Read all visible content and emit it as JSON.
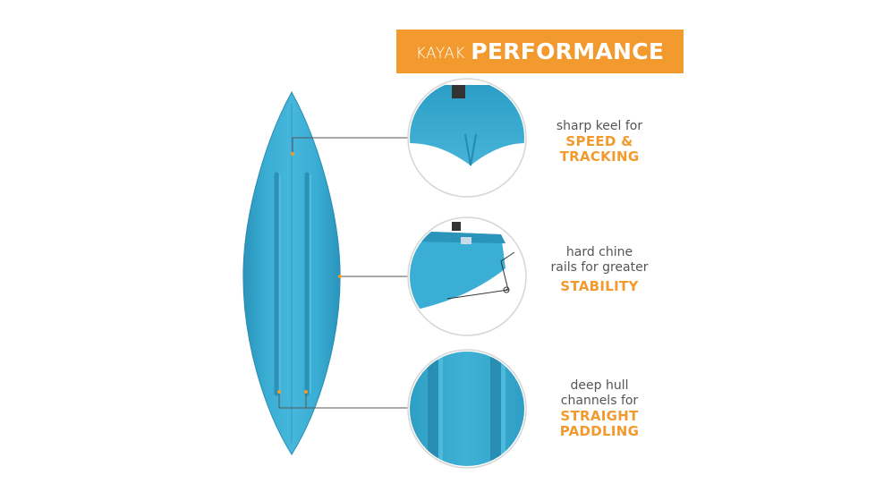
{
  "header": {
    "prefix": "KAYAK",
    "title": "PERFORMANCE"
  },
  "features": [
    {
      "description_lines": [
        "sharp keel for"
      ],
      "highlight_lines": [
        "SPEED &",
        "TRACKING"
      ]
    },
    {
      "description_lines": [
        "hard chine",
        "rails for greater"
      ],
      "highlight_lines": [
        "STABILITY"
      ]
    },
    {
      "description_lines": [
        "deep hull",
        "channels for"
      ],
      "highlight_lines": [
        "STRAIGHT",
        "PADDLING"
      ]
    }
  ],
  "colors": {
    "accent": "#f29a2e",
    "hull": "#3aa8cc",
    "text": "#555555"
  }
}
